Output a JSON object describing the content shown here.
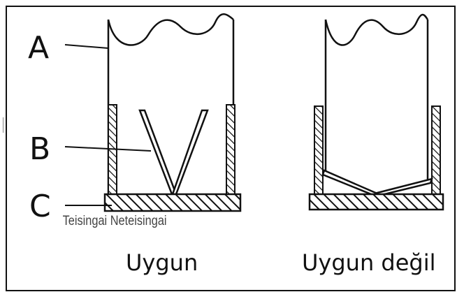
{
  "labels": {
    "a": "A",
    "b": "B",
    "c": "C"
  },
  "captions": {
    "left": "Uygun",
    "right": "Uygun değil"
  },
  "overlay_text": "Teisingai Neteisingai",
  "colors": {
    "ink": "#111111",
    "background": "#ffffff"
  }
}
